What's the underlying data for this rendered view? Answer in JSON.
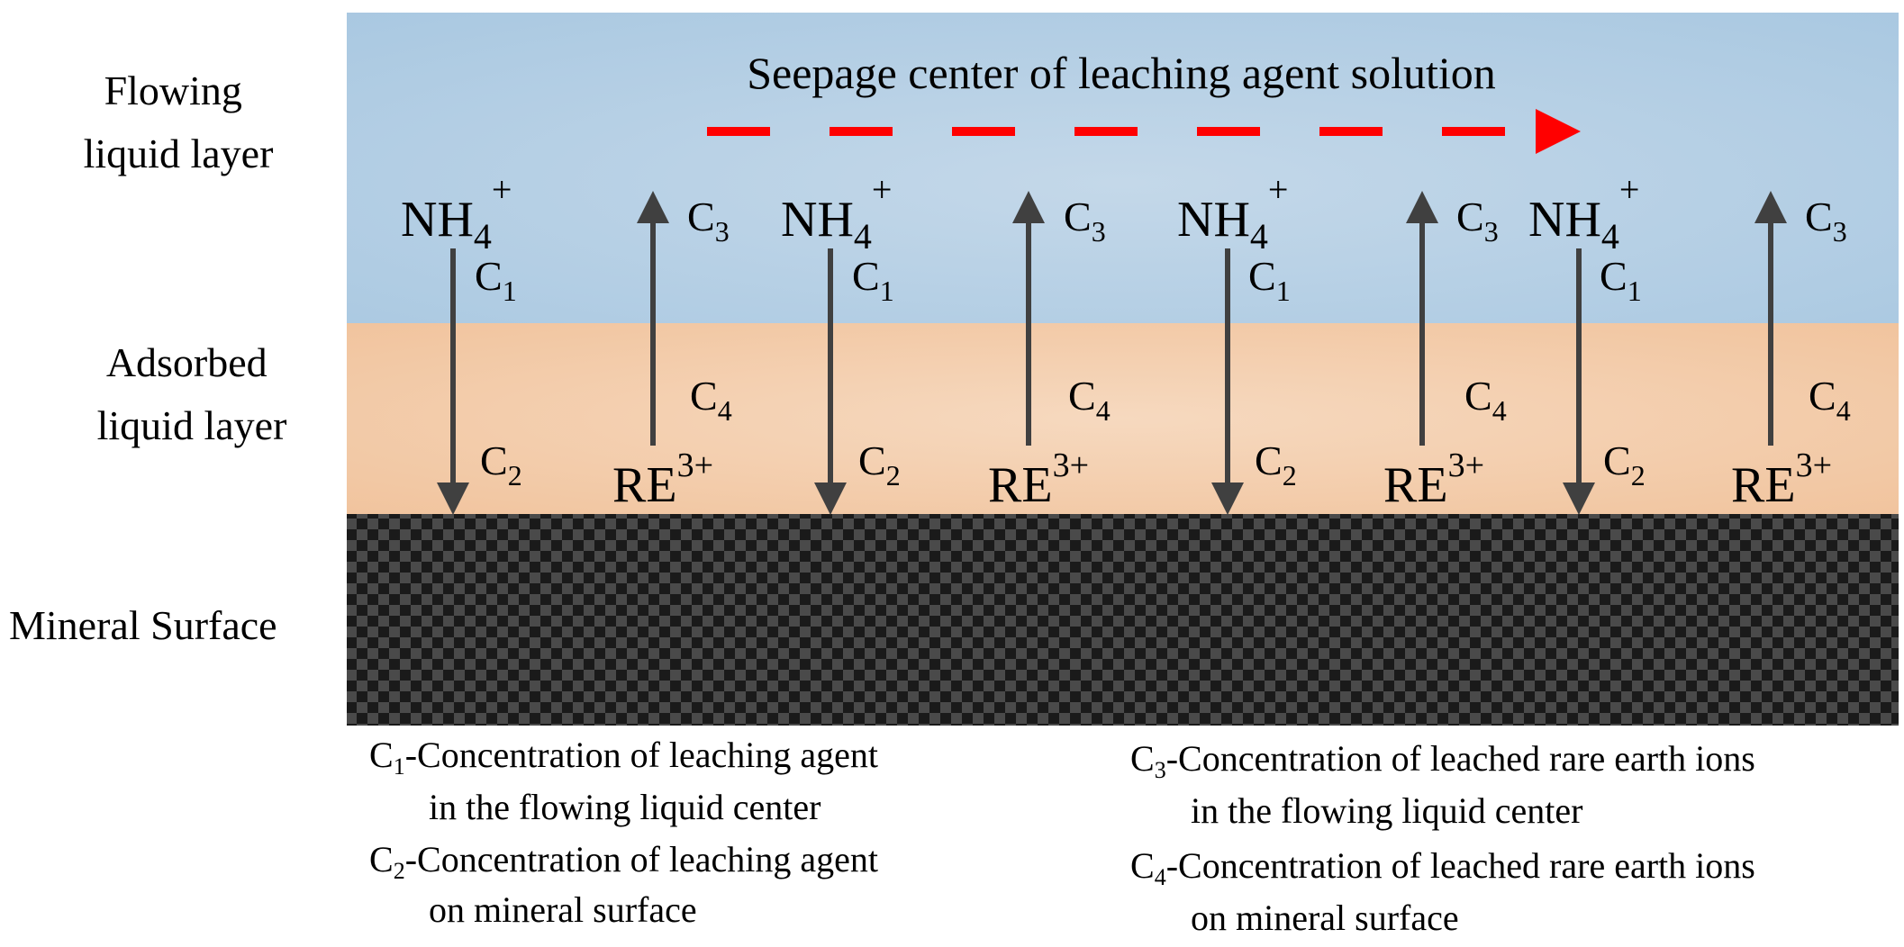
{
  "colors": {
    "flowing_top": "#a9c8e1",
    "flowing_mid": "#c4d8e9",
    "adsorbed_edge": "#f1c49e",
    "adsorbed_mid": "#f6d9bf",
    "mineral_dark": "#1a1a1a",
    "mineral_light": "#4a4a4a",
    "arrow": "#404040",
    "seepage_arrow": "#ff0000"
  },
  "layers": {
    "flowing": [
      "Flowing",
      "liquid layer"
    ],
    "adsorbed": [
      "Adsorbed",
      "liquid layer"
    ],
    "mineral": "Mineral Surface"
  },
  "seepage_label": "Seepage center of leaching agent solution",
  "ions": {
    "ammonium_base": "NH",
    "ammonium_sub": "4",
    "ammonium_sup": "+",
    "rare_earth_base": "RE",
    "rare_earth_sup": "3+"
  },
  "c_labels": {
    "c1": {
      "base": "C",
      "sub": "1"
    },
    "c2": {
      "base": "C",
      "sub": "2"
    },
    "c3": {
      "base": "C",
      "sub": "3"
    },
    "c4": {
      "base": "C",
      "sub": "4"
    }
  },
  "legend": {
    "c1": {
      "sym": "C",
      "sub": "1",
      "line1": "-Concentration of leaching agent",
      "line2": "in the flowing liquid center"
    },
    "c2": {
      "sym": "C",
      "sub": "2",
      "line1": "-Concentration of leaching agent",
      "line2": "on mineral surface"
    },
    "c3": {
      "sym": "C",
      "sub": "3",
      "line1": "-Concentration of leached rare earth ions",
      "line2": "in the flowing liquid center"
    },
    "c4": {
      "sym": "C",
      "sub": "4",
      "line1": "-Concentration of leached rare earth ions",
      "line2": "on mineral surface"
    }
  }
}
